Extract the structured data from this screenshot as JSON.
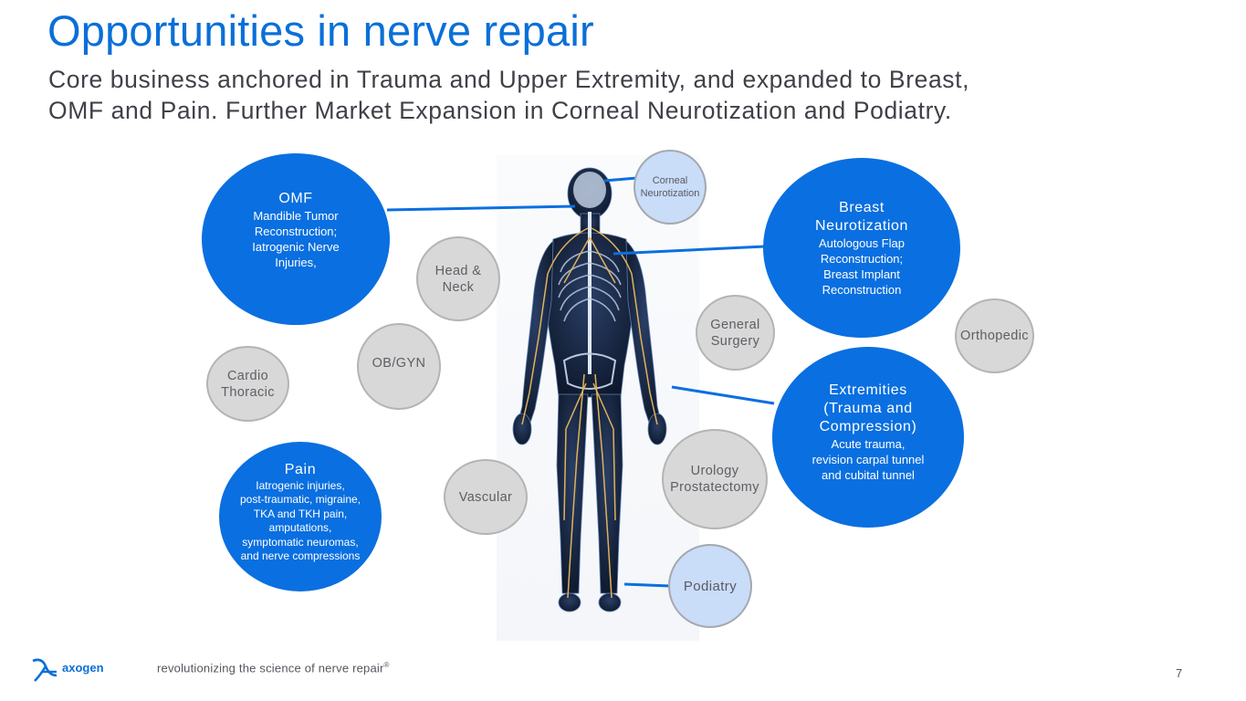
{
  "slide": {
    "title": "Opportunities in nerve repair",
    "subtitle_line1": "Core business anchored in Trauma and Upper Extremity, and expanded to Breast,",
    "subtitle_line2": "OMF and Pain. Further Market Expansion in Corneal Neurotization and Podiatry."
  },
  "markets": {
    "omf": {
      "heading": "OMF",
      "lines": [
        "Mandible Tumor",
        "Reconstruction;",
        "Iatrogenic Nerve",
        "Injuries,"
      ]
    },
    "breast": {
      "heading_lines": [
        "Breast",
        "Neurotization"
      ],
      "lines": [
        "Autologous Flap",
        "Reconstruction;",
        "Breast Implant",
        "Reconstruction"
      ]
    },
    "extremities": {
      "heading_lines": [
        "Extremities",
        "(Trauma and",
        "Compression)"
      ],
      "lines": [
        "Acute trauma,",
        "revision carpal tunnel",
        "and cubital tunnel"
      ]
    },
    "pain": {
      "heading": "Pain",
      "lines": [
        "Iatrogenic injuries,",
        "post-traumatic, migraine,",
        "TKA and TKH pain,",
        "amputations,",
        "symptomatic neuromas,",
        "and nerve compressions"
      ]
    },
    "corneal": {
      "lines": [
        "Corneal",
        "Neurotization"
      ]
    },
    "podiatry": {
      "label": "Podiatry"
    },
    "head_neck": {
      "lines": [
        "Head &",
        "Neck"
      ]
    },
    "general_surgery": {
      "lines": [
        "General",
        "Surgery"
      ]
    },
    "orthopedic": {
      "label": "Orthopedic"
    },
    "ob_gyn": {
      "label": "OB/GYN"
    },
    "cardio": {
      "lines": [
        "Cardio",
        "Thoracic"
      ]
    },
    "urology": {
      "lines": [
        "Urology",
        "Prostatectomy"
      ]
    },
    "vascular": {
      "label": "Vascular"
    }
  },
  "colors": {
    "brand_blue": "#0a6fe0",
    "title_blue": "#0a6fd8",
    "light_blue": "#c9dcf8",
    "gray": "#d8d8d8",
    "nerve": "#e0b25a"
  },
  "footer": {
    "logo_text": "axogen",
    "tagline": "revolutionizing the science of nerve repair",
    "registered": "®",
    "page_number": "7"
  }
}
